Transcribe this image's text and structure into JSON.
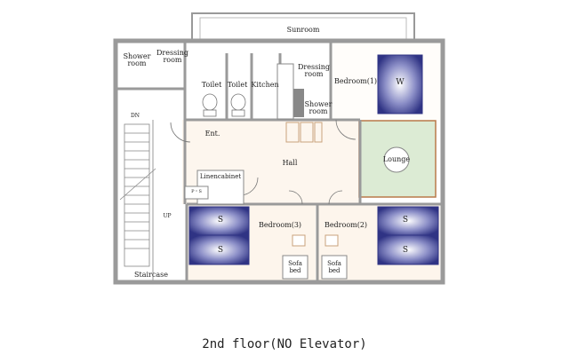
{
  "rooms": {
    "sunroom": "Sunroom",
    "shower_room_1": "Shower\nroom",
    "dressing_room_1": "Dressing\nroom",
    "toilet_1": "Toilet",
    "toilet_2": "Toilet",
    "kitchen": "Kitchen",
    "dressing_room_2": "Dressing\nroom",
    "shower_room_2": "Shower\nroom",
    "bedroom_1": "Bedroom(1)",
    "entrance": "Ent.",
    "hall": "Hall",
    "lounge": "Lounge",
    "linen_cabinet": "Linencabinet",
    "ps": "P・S",
    "bedroom_3": "Bedroom(3)",
    "bedroom_2": "Bedroom(2)",
    "staircase": "Staircase",
    "stair_down": "DN",
    "stair_up": "UP"
  },
  "furniture": {
    "double_bed": "W",
    "single_bed": "S",
    "sofa_bed": "Sofa\nbed"
  },
  "caption": "2nd floor(NO Elevator)",
  "colors": {
    "wall": "#9a9a9a",
    "bed": "#3b3f8f",
    "lounge": "#dcebd4",
    "floor": "#fdf6ee"
  }
}
